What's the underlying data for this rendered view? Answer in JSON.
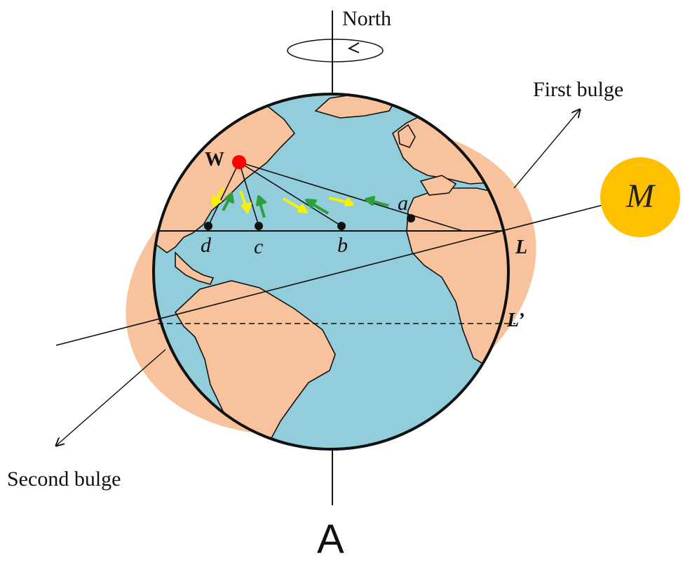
{
  "labels": {
    "north": "North",
    "first_bulge": "First bulge",
    "second_bulge": "Second bulge",
    "moon": "M",
    "point_w": "W",
    "point_a": "a",
    "point_b": "b",
    "point_c": "c",
    "point_d": "d",
    "latitude_l": "L",
    "latitude_l_prime": "L’",
    "caption": "A"
  },
  "colors": {
    "ocean": "#92cddc",
    "land": "#f8c39c",
    "bulge": "#f8c39c",
    "moon": "#ffc000",
    "station_w": "#ff0000",
    "arrow_yellow": "#f5f200",
    "arrow_green": "#2f9e3f",
    "outline": "#111111"
  }
}
